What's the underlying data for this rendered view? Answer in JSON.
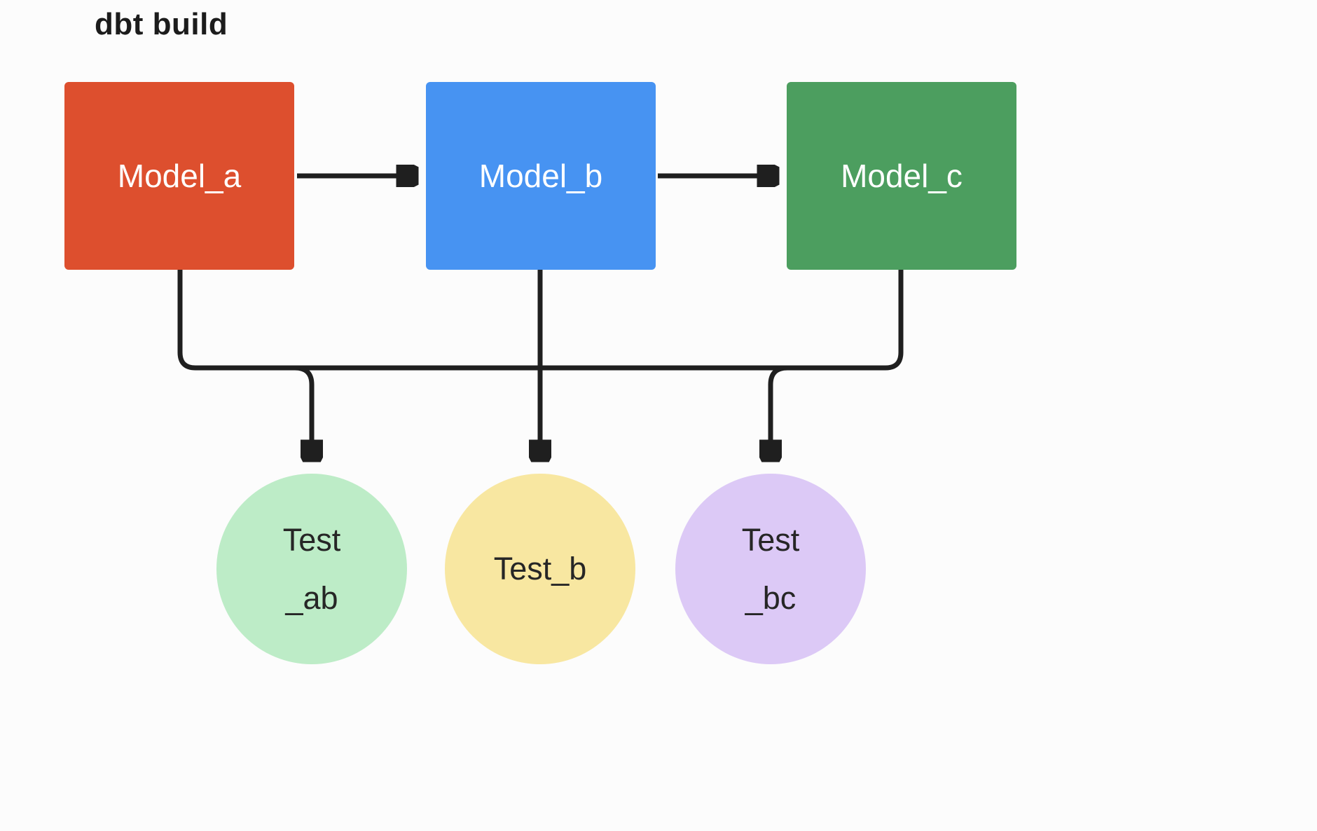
{
  "title": "dbt build",
  "colors": {
    "background": "#fcfcfc",
    "edge_stroke": "#1f1f1f",
    "model_a": "#dd4f2e",
    "model_b": "#4793f2",
    "model_c": "#4c9e5f",
    "test_ab": "#bdecc7",
    "test_b": "#f8e7a1",
    "test_bc": "#dcc9f6"
  },
  "models": [
    {
      "id": "model_a",
      "label": "Model_a",
      "color": "#dd4f2e"
    },
    {
      "id": "model_b",
      "label": "Model_b",
      "color": "#4793f2"
    },
    {
      "id": "model_c",
      "label": "Model_c",
      "color": "#4c9e5f"
    }
  ],
  "tests": [
    {
      "id": "test_ab",
      "line1": "Test",
      "line2": "_ab",
      "color": "#bdecc7"
    },
    {
      "id": "test_b",
      "line1": "Test_b",
      "line2": "",
      "color": "#f8e7a1"
    },
    {
      "id": "test_bc",
      "line1": "Test",
      "line2": "_bc",
      "color": "#dcc9f6"
    }
  ],
  "edges": [
    {
      "from": "Model_a",
      "to": "Model_b"
    },
    {
      "from": "Model_b",
      "to": "Model_c"
    },
    {
      "from": "Model_a",
      "to": "Test_ab"
    },
    {
      "from": "Model_b",
      "to": "Test_ab"
    },
    {
      "from": "Model_b",
      "to": "Test_b"
    },
    {
      "from": "Model_b",
      "to": "Test_bc"
    },
    {
      "from": "Model_c",
      "to": "Test_bc"
    }
  ]
}
